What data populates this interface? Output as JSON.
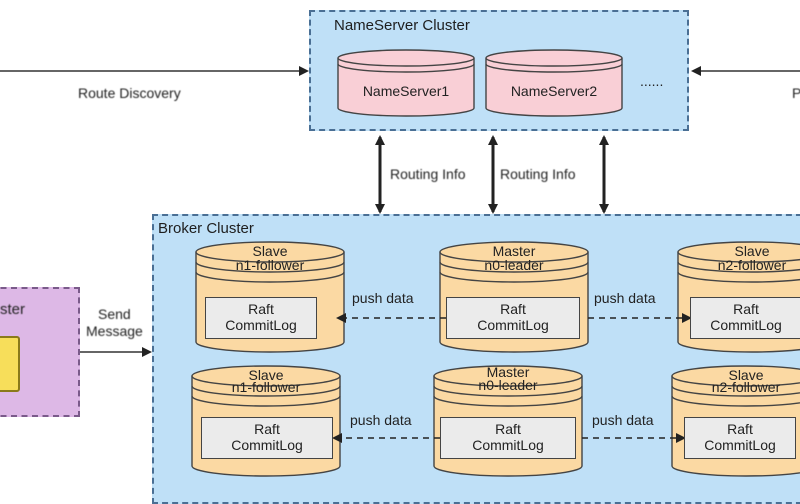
{
  "nameserver_cluster": {
    "title": "NameServer Cluster",
    "servers": [
      "NameServer1",
      "NameServer2"
    ],
    "more": "......"
  },
  "route_discovery_label": "Route Discovery",
  "routing_info_left": "Routing Info",
  "routing_info_right": "Routing Info",
  "broker_cluster": {
    "title": "Broker Cluster",
    "rows": [
      {
        "left": {
          "role": "Slave",
          "node": "n1-follower",
          "box": [
            "Raft",
            "CommitLog"
          ]
        },
        "center": {
          "role": "Master",
          "node": "n0-leader",
          "box": [
            "Raft",
            "CommitLog"
          ]
        },
        "right": {
          "role": "Slave",
          "node": "n2-follower",
          "box": [
            "Raft",
            "CommitLog"
          ]
        },
        "push_left": "push data",
        "push_right": "push data"
      },
      {
        "left": {
          "role": "Slave",
          "node": "n1-follower",
          "box": [
            "Raft",
            "CommitLog"
          ]
        },
        "center": {
          "role": "Master",
          "node": "n0-leader",
          "box": [
            "Raft",
            "CommitLog"
          ]
        },
        "right": {
          "role": "Slave",
          "node": "n2-follower",
          "box": [
            "Raft",
            "CommitLog"
          ]
        },
        "push_left": "push data",
        "push_right": "push data"
      }
    ]
  },
  "producer_cluster_partial_title": "ster",
  "send_message_label": [
    "Send",
    "Message"
  ],
  "right_partial_label": "P",
  "colors": {
    "cluster_bg": "#bfe0f7",
    "cluster_border": "#4a6f94",
    "nameserver_fill": "#f9cfd6",
    "broker_cylinder_fill": "#fbd9a3",
    "raft_box_fill": "#ebebeb",
    "producer_bg": "#ddb8e6",
    "producer_icon": "#f7de5a"
  }
}
